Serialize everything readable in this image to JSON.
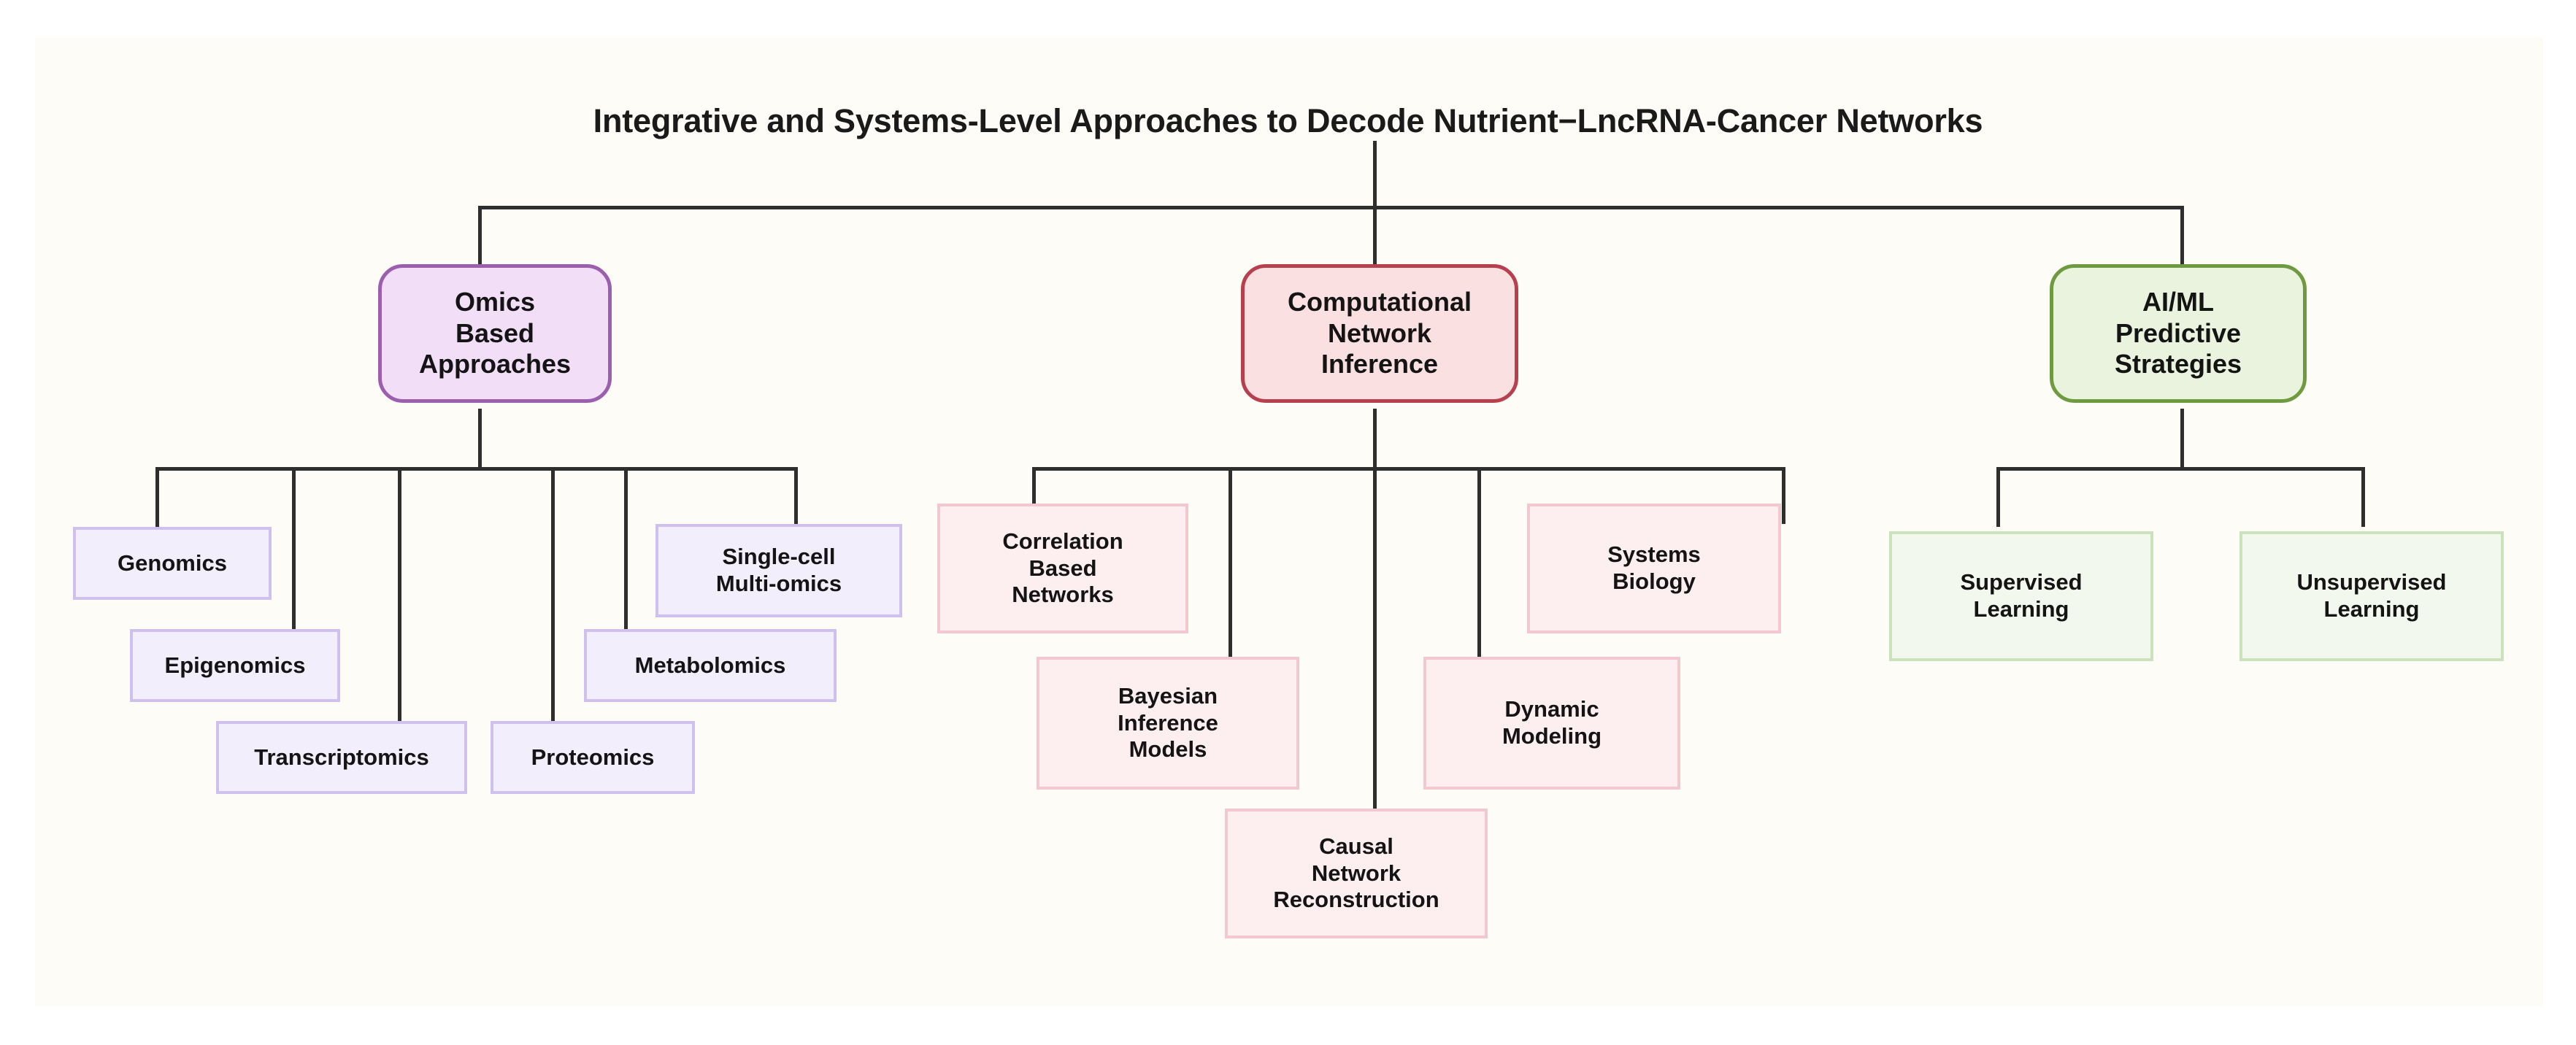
{
  "figure": {
    "title": "Integrative and Systems-Level Approaches to Decode Nutrient−LncRNA-Cancer Networks",
    "canvas_background": "#fdfcf6",
    "connector_color": "#2e2e2e"
  },
  "branches": [
    {
      "id": "omics",
      "label": "Omics\nBased\nApproaches",
      "accent": "#9b5fae",
      "fill": "#f2dff7",
      "leaf_fill": "#f3eefb",
      "leaf_border": "#cfc0ee",
      "children": [
        {
          "label": "Genomics"
        },
        {
          "label": "Epigenomics"
        },
        {
          "label": "Transcriptomics"
        },
        {
          "label": "Proteomics"
        },
        {
          "label": "Metabolomics"
        },
        {
          "label": "Single-cell\nMulti-omics"
        }
      ]
    },
    {
      "id": "computational",
      "label": "Computational\nNetwork\nInference",
      "accent": "#b8404e",
      "fill": "#fbe0e2",
      "leaf_fill": "#fdeef0",
      "leaf_border": "#f3c8ce",
      "children": [
        {
          "label": "Correlation\nBased\nNetworks"
        },
        {
          "label": "Bayesian\nInference\nModels"
        },
        {
          "label": "Causal\nNetwork\nReconstruction"
        },
        {
          "label": "Dynamic\nModeling"
        },
        {
          "label": "Systems\nBiology"
        }
      ]
    },
    {
      "id": "aiml",
      "label": "AI/ML\nPredictive\nStrategies",
      "accent": "#6e9b3f",
      "fill": "#eaf3dd",
      "leaf_fill": "#f2f8ee",
      "leaf_border": "#cbe3bd",
      "children": [
        {
          "label": "Supervised\nLearning"
        },
        {
          "label": "Unsupervised\nLearning"
        }
      ]
    }
  ]
}
